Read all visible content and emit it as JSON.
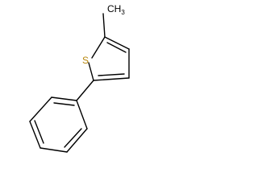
{
  "molecule": {
    "atoms": {
      "sulfur": {
        "label": "S",
        "color": "#b8860b"
      },
      "methyl": {
        "label": "CH",
        "subscript": "3"
      }
    }
  },
  "colors": {
    "background": "#ffffff",
    "bond": "#000000",
    "sulfur": "#b8860b"
  }
}
